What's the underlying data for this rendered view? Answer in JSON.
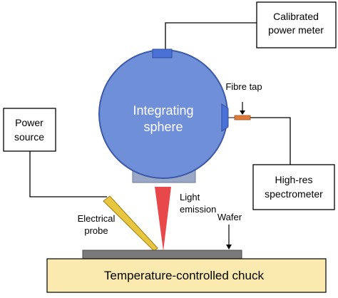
{
  "labels": {
    "calibrated_power_meter": [
      "Calibrated",
      "power meter"
    ],
    "integrating_sphere": [
      "Integrating",
      "sphere"
    ],
    "fibre_tap": "Fibre tap",
    "power_source": [
      "Power",
      "source"
    ],
    "high_res_spectrometer": [
      "High-res",
      "spectrometer"
    ],
    "light_emission": [
      "Light",
      "emission"
    ],
    "electrical_probe": [
      "Electrical",
      "probe"
    ],
    "wafer": "Wafer",
    "chuck": "Temperature-controlled chuck"
  },
  "colors": {
    "sphere_fill": "#6f8fd9",
    "sphere_edge": "#3d5aa8",
    "mount": "#9aa7c6",
    "emission": "#e8484a",
    "probe": "#e9c640",
    "fibre_tap": "#e07b3a",
    "wafer": "#7a7a7a",
    "chuck": "#fbeab0"
  }
}
